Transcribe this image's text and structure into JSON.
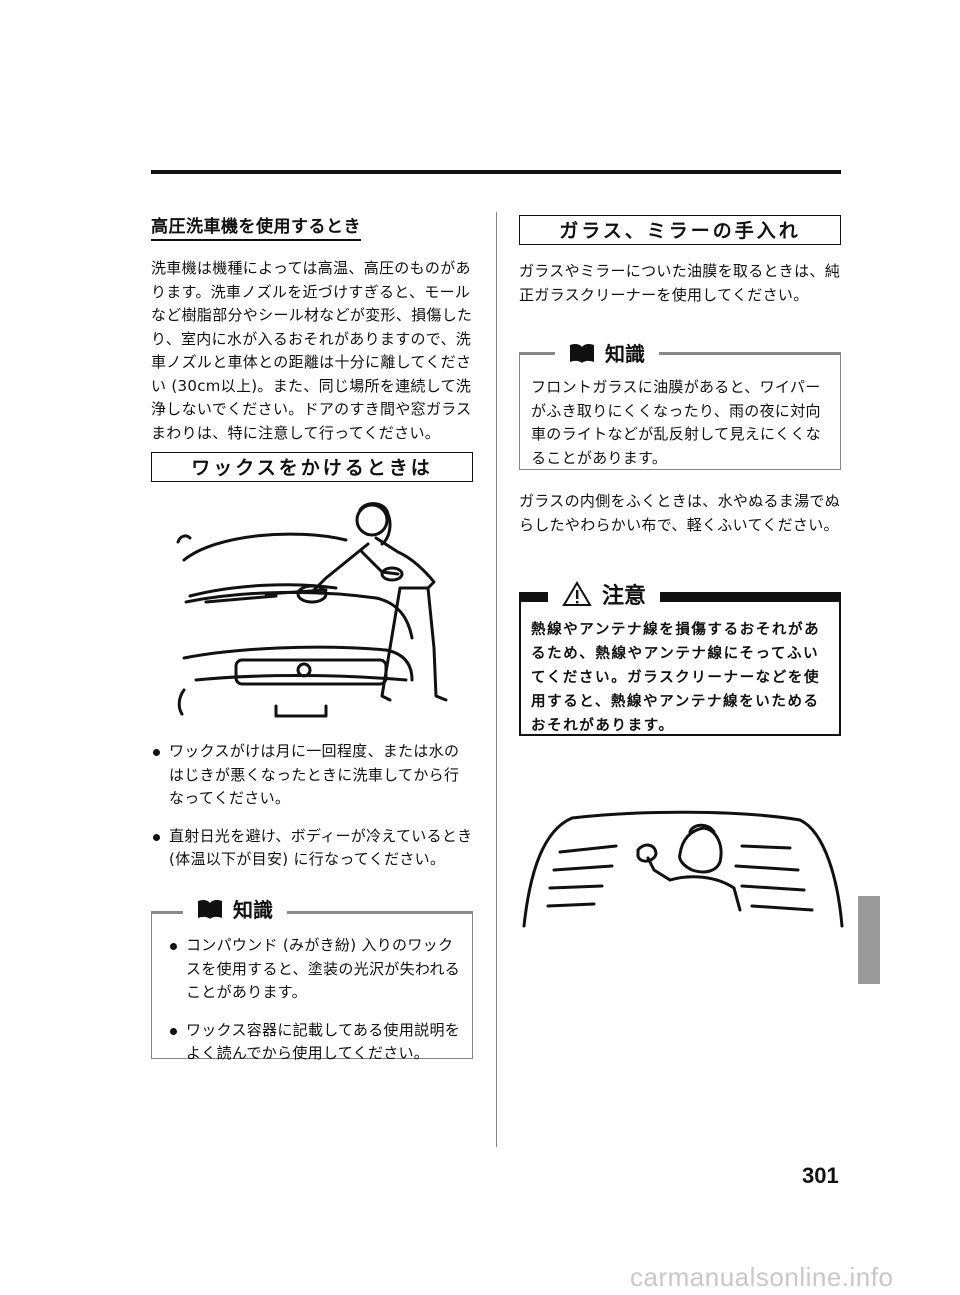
{
  "left": {
    "section1": {
      "heading": "高圧洗車機を使用するとき",
      "body": "洗車機は機種によっては高温、高圧のものがあります。洗車ノズルを近づけすぎると、モールなど樹脂部分やシール材などが変形、損傷したり、室内に水が入るおそれがありますので、洗車ノズルと車体との距離は十分に離してください (30cm以上)。また、同じ場所を連続して洗浄しないでください。ドアのすき間や窓ガラスまわりは、特に注意して行ってください。"
    },
    "section2": {
      "heading": "ワックスをかけるときは",
      "bullets": [
        "ワックスがけは月に一回程度、または水のはじきが悪くなったときに洗車してから行なってください。",
        "直射日光を避け、ボディーが冷えているとき (体温以下が目安) に行なってください。"
      ]
    },
    "note": {
      "title": "知識",
      "bullets": [
        "コンパウンド (みがき紛) 入りのワックスを使用すると、塗装の光沢が失われることがあります。",
        "ワックス容器に記載してある使用説明をよく読んでから使用してください。"
      ]
    }
  },
  "right": {
    "section": {
      "heading": "ガラス、ミラーの手入れ",
      "body1": "ガラスやミラーについた油膜を取るときは、純正ガラスクリーナーを使用してください。",
      "body2": "ガラスの内側をふくときは、水やぬるま湯でぬらしたやわらかい布で、軽くふいてください。"
    },
    "note": {
      "title": "知識",
      "body": "フロントガラスに油膜があると、ワイパーがふき取りにくくなったり、雨の夜に対向車のライトなどが乱反射して見えにくくなることがあります。"
    },
    "caution": {
      "title": "注意",
      "body": "熱線やアンテナ線を損傷するおそれがあるため、熱線やアンテナ線にそってふいてください。ガラスクリーナーなどを使用すると、熱線やアンテナ線をいためるおそれがあります。"
    }
  },
  "page_number": "301",
  "watermark": "carmanualsonline.info"
}
